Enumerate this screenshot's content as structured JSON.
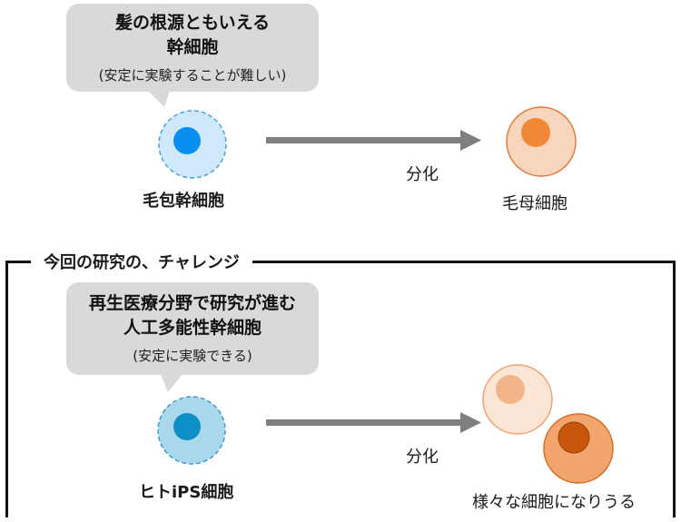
{
  "top": {
    "bubble": {
      "title_line1": "髪の根源ともいえる",
      "title_line2": "幹細胞",
      "note": "(安定に実験することが難しい)"
    },
    "source_cell_label": "毛包幹細胞",
    "arrow_label": "分化",
    "target_cell_label": "毛母細胞"
  },
  "bottom": {
    "section_title": "今回の研究の、チャレンジ",
    "bubble": {
      "title_line1": "再生医療分野で研究が進む",
      "title_line2": "人工多能性幹細胞",
      "note": "(安定に実験できる)"
    },
    "source_cell_label": "ヒトiPS細胞",
    "arrow_label": "分化",
    "target_cells_label": "様々な細胞になりうる"
  },
  "colors": {
    "bubble_fill": "#d9d9d9",
    "stem_cell_outer": "#cfe8fa",
    "stem_cell_border": "#4aa3e0",
    "stem_cell_nucleus": "#0a8ff0",
    "ips_cell_outer": "#a9d8ec",
    "ips_cell_nucleus": "#0d8fc8",
    "arrow": "#7f7f7f",
    "orange_light": "#f8d6bd",
    "orange_mid": "#f2a56c",
    "orange_dark": "#c8570e",
    "orange_border": "#e0783a",
    "frame": "#111111"
  }
}
